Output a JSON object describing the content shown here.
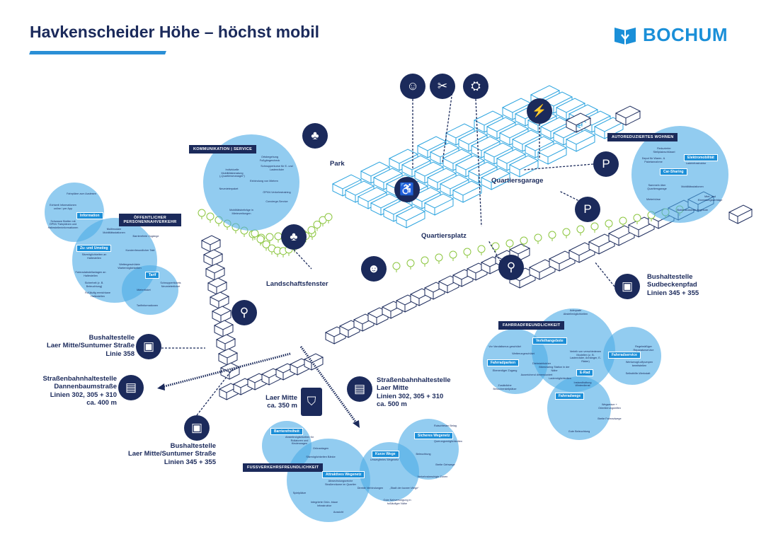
{
  "header": {
    "title": "Havkenscheider Höhe – höchst mobil",
    "logo": "BOCHUM"
  },
  "places": {
    "park": "Park",
    "quartiersgarage": "Quartiersgarage",
    "quartiersplatz": "Quartiersplatz",
    "landschaftsfenster": "Landschaftsfenster"
  },
  "stops": [
    {
      "lines": [
        "Bushaltestelle",
        "Sudbeckenpfad",
        "Linien 345 + 355"
      ]
    },
    {
      "lines": [
        "Bushaltestelle",
        "Laer Mitte/Suntumer Straße",
        "Linie 358"
      ]
    },
    {
      "lines": [
        "Straßenbahnhaltestelle",
        "Dannenbaumstraße",
        "Linien 302, 305 + 310",
        "ca. 400 m"
      ]
    },
    {
      "lines": [
        "Bushaltestelle",
        "Laer Mitte/Suntumer Straße",
        "Linien 345 + 355"
      ]
    },
    {
      "lines": [
        "Laer Mitte",
        "ca. 350 m"
      ]
    },
    {
      "lines": [
        "Straßenbahnhaltestelle",
        "Laer Mitte",
        "Linien 302, 305 + 310",
        "ca. 500 m"
      ]
    }
  ],
  "panels": {
    "kommunikation": {
      "header": "KOMMUNIKATION | SERVICE",
      "items": [
        "Ortsbegehung Fußgängercheck",
        "Individuelle Mobilitätsberatung („Quartiersmanager“)",
        "Schnupperkurse für E- und Lastenräder",
        "Einbindung von Mietern",
        "Neumieterpaket",
        "ÖPNV-Verkehrstraining",
        "Concierge-Service",
        "Mobilitätsbeiträge in Mieterzeitungen"
      ]
    },
    "oepnv": {
      "header": "ÖFFENTLICHER PERSONENNAHVERKEHR",
      "tags": [
        "Information",
        "Zu- und Umstieg",
        "Tarif"
      ],
      "items": [
        "Fahrpläne zum Auslesen",
        "Echtzeit Informationen online / per App",
        "Schwarze Bretter mit ÖPNV Fahrplänen und Haltestelleninformationen",
        "Multimodale Mobilitätsstationen",
        "Barrierefreie Zugänge",
        "Sitzmöglichkeiten an Haltestellen",
        "Kundenfreundlicher Takt",
        "Fahrradabstellanlagen an Haltestellen",
        "Wettergeschützte Wartemöglichkeiten",
        "Sicherheit (z. B. Beleuchtung)",
        "Fußläufig erreichbare Haltestellen",
        "Schnuppertickets Neumieterticket",
        "Mieterticket",
        "Tarifinformationen"
      ]
    },
    "auto": {
      "header": "AUTOREDUZIERTES WOHNEN",
      "tags": [
        "Elektromobilität",
        "Car-Sharing"
      ],
      "items": [
        "Reduzierter Stellplatzschlüssel",
        "Ladeinfrastruktur",
        "Depot für Waren- & Paketannahme",
        "Sammeln über Quartiersgarage",
        "Mobilitätsstationen",
        "Miet- und Einmietungsverträge",
        "Mieterbörse",
        "Stationsbasierte Angebote"
      ]
    },
    "fahrrad": {
      "header": "FAHRRADFREUNDLICHKEIT",
      "tags": [
        "Fahrradparken",
        "Verleihangebote",
        "E-Rad",
        "Fahrradservice",
        "Fahrradwege"
      ],
      "items": [
        "Vor Vandalismus geschützt",
        "Ebenerdiger Zugang",
        "Wetterungeschützt",
        "Diebstahlsicher",
        "Zusätzliche Besucherstellplätze",
        "Ausreichend dimensioniert",
        "Adequate Abstellmöglichkeiten",
        "Bikesharing Station in der Nähe",
        "Verleih von verschiedenen Modellen (z. B. Lastenräder, Anhänger, E-Räder)",
        "Lademöglichkeiten",
        "Instandhaltung Winterdienst",
        "Regelmäßiger Reparaturservice",
        "Werkzeug/Luftpumpen bereitstellen",
        "Selbsthilfe-Werkstatt",
        "Wegweiser + Orientierungshilfen",
        "Breite Fahrradwege",
        "Gute Beleuchtung"
      ]
    },
    "fuss": {
      "header": "FUSSVERKEHRSFREUNDLICHKEIT",
      "tags": [
        "Barrierefreiheit",
        "Attraktives Wegenetz",
        "Kurze Wege",
        "Sicheres Wegenetz"
      ],
      "items": [
        "Abstellmöglichkeiten für Rollatoren und Kinderwagen",
        "Grünanlagen",
        "Sitzmöglichkeiten Bänke",
        "Abwechslungsreiche Straßenräume im Quartier",
        "Direkte Verbindungen",
        "Spielplätze",
        "Integrierte Grün- blaue Infrastruktur",
        "Aussicht",
        "Umwegfreies Wegenetz",
        "„Stadt der kurzen Wege“",
        "Gute Nahversorgung in fußläufiger Nähe",
        "Rutschfester Belag",
        "Querungsmöglichkeiten",
        "Beleuchtung",
        "Breite Gehwege",
        "Verkehrsberuhigte Zonen"
      ]
    }
  },
  "colors": {
    "navy": "#1b2a5b",
    "accent": "#1c8fd8",
    "bubble": "#63b6e8",
    "tree": "#8cc63f"
  }
}
